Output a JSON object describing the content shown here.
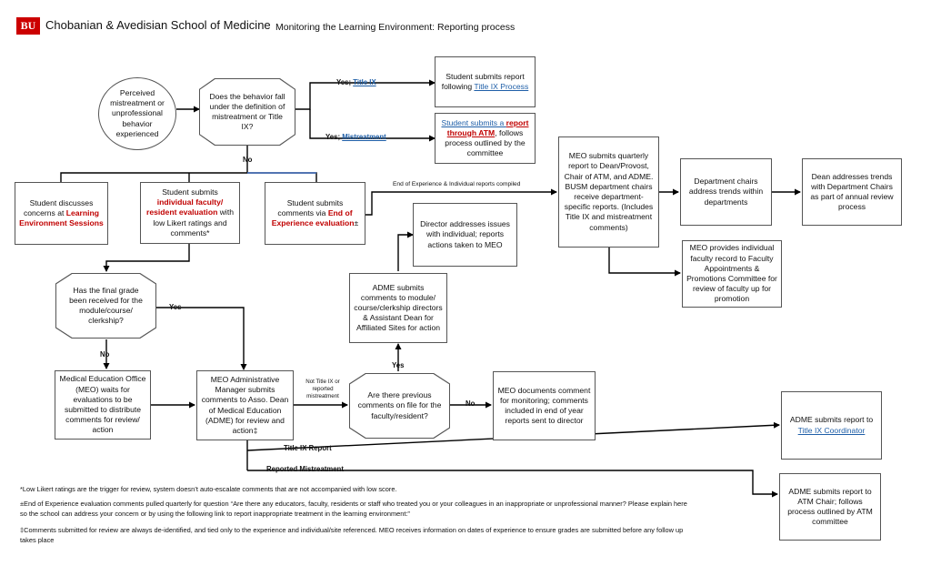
{
  "header": {
    "logo": "BU",
    "school": "Chobanian & Avedisian School of Medicine",
    "title": "Monitoring the Learning Environment: Reporting process"
  },
  "colors": {
    "brand": "#cc0000",
    "link": "#1f5fa8",
    "emphasis": "#c00000",
    "wire": "#000000"
  },
  "nodes": {
    "start": "Perceived mistreatment or unprofessional behavior experienced",
    "decision_definition": "Does the behavior fall under the definition of mistreatment or Title IX?",
    "title_ix_report": {
      "pre": "Student submits report following ",
      "link": "Title IX Process"
    },
    "atm_report": {
      "link1": "Student submits a ",
      "link2": "report through ATM",
      "post": ", follows process outlined by the committee"
    },
    "discuss": {
      "pre": "Student discusses concerns at ",
      "em": "Learning Environment Sessions"
    },
    "faculty_eval": {
      "pre": "Student submits ",
      "em": "individual faculty/ resident evaluation",
      "post": " with low Likert ratings and comments*"
    },
    "eoe_comments": {
      "pre": "Student submits comments via ",
      "em": "End of Experience evaluation",
      "post": "±"
    },
    "director": "Director addresses issues with individual; reports actions taken to MEO",
    "meo_quarterly": "MEO submits quarterly report to Dean/Provost, Chair of ATM, and ADME. BUSM department chairs receive department-specific reports. (Includes Title IX and mistreatment comments)",
    "dept_chairs": "Department chairs address trends within departments",
    "dean_trends": "Dean addresses trends with Department Chairs as part of annual review process",
    "meo_faculty_record": "MEO provides individual faculty record to Faculty Appointments & Promotions Committee for review of faculty up for promotion",
    "decision_grade": "Has the final grade been received for the module/course/ clerkship?",
    "adme_submits": "ADME submits comments to module/ course/clerkship directors & Assistant Dean for Affiliated Sites for action",
    "meo_waits": "Medical Education Office (MEO) waits for evaluations to be submitted to distribute comments for review/ action",
    "meo_admin": "MEO Administrative Manager submits comments to Asso. Dean of Medical Education (ADME) for review and action‡",
    "decision_previous": "Are there previous comments on file for the faculty/resident?",
    "meo_documents": "MEO documents comment for monitoring; comments included in end of year reports sent to director",
    "titleix_coord": {
      "pre": "ADME submits report to ",
      "link": "Title IX Coordinator"
    },
    "atm_chair": "ADME submits report to ATM Chair; follows process outlined by ATM committee"
  },
  "edge_labels": {
    "yes_title_ix_pre": "Yes; ",
    "yes_title_ix_link": "Title IX",
    "yes_mistreatment_pre": "Yes; ",
    "yes_mistreatment_link": "Mistreatment",
    "no_definition": "No",
    "eoe_compiled": "End of Experience & Individual reports compiled",
    "yes_grade": "Yes",
    "no_grade": "No",
    "yes_previous": "Yes",
    "no_previous": "No",
    "not_title_ix": "Not Title IX or reported mistreatment",
    "title_ix_report": "Title IX Report",
    "reported_mistreatment": "Reported Mistreatment"
  },
  "footnotes": [
    "*Low Likert ratings are the trigger for review, system doesn’t auto-escalate comments that are not accompanied with low score.",
    "±End of Experience evaluation comments pulled quarterly for question “Are there any educators, faculty, residents or staff who treated you or your colleagues in an inappropriate or unprofessional manner? Please explain here so the school can address your concern or by using the following link to report inappropriate treatment in the learning environment:”",
    "‡Comments submitted for review are always de-identified, and tied only to the experience and individual/site referenced. MEO receives information on dates of experience to ensure grades are submitted before any follow up takes place"
  ]
}
